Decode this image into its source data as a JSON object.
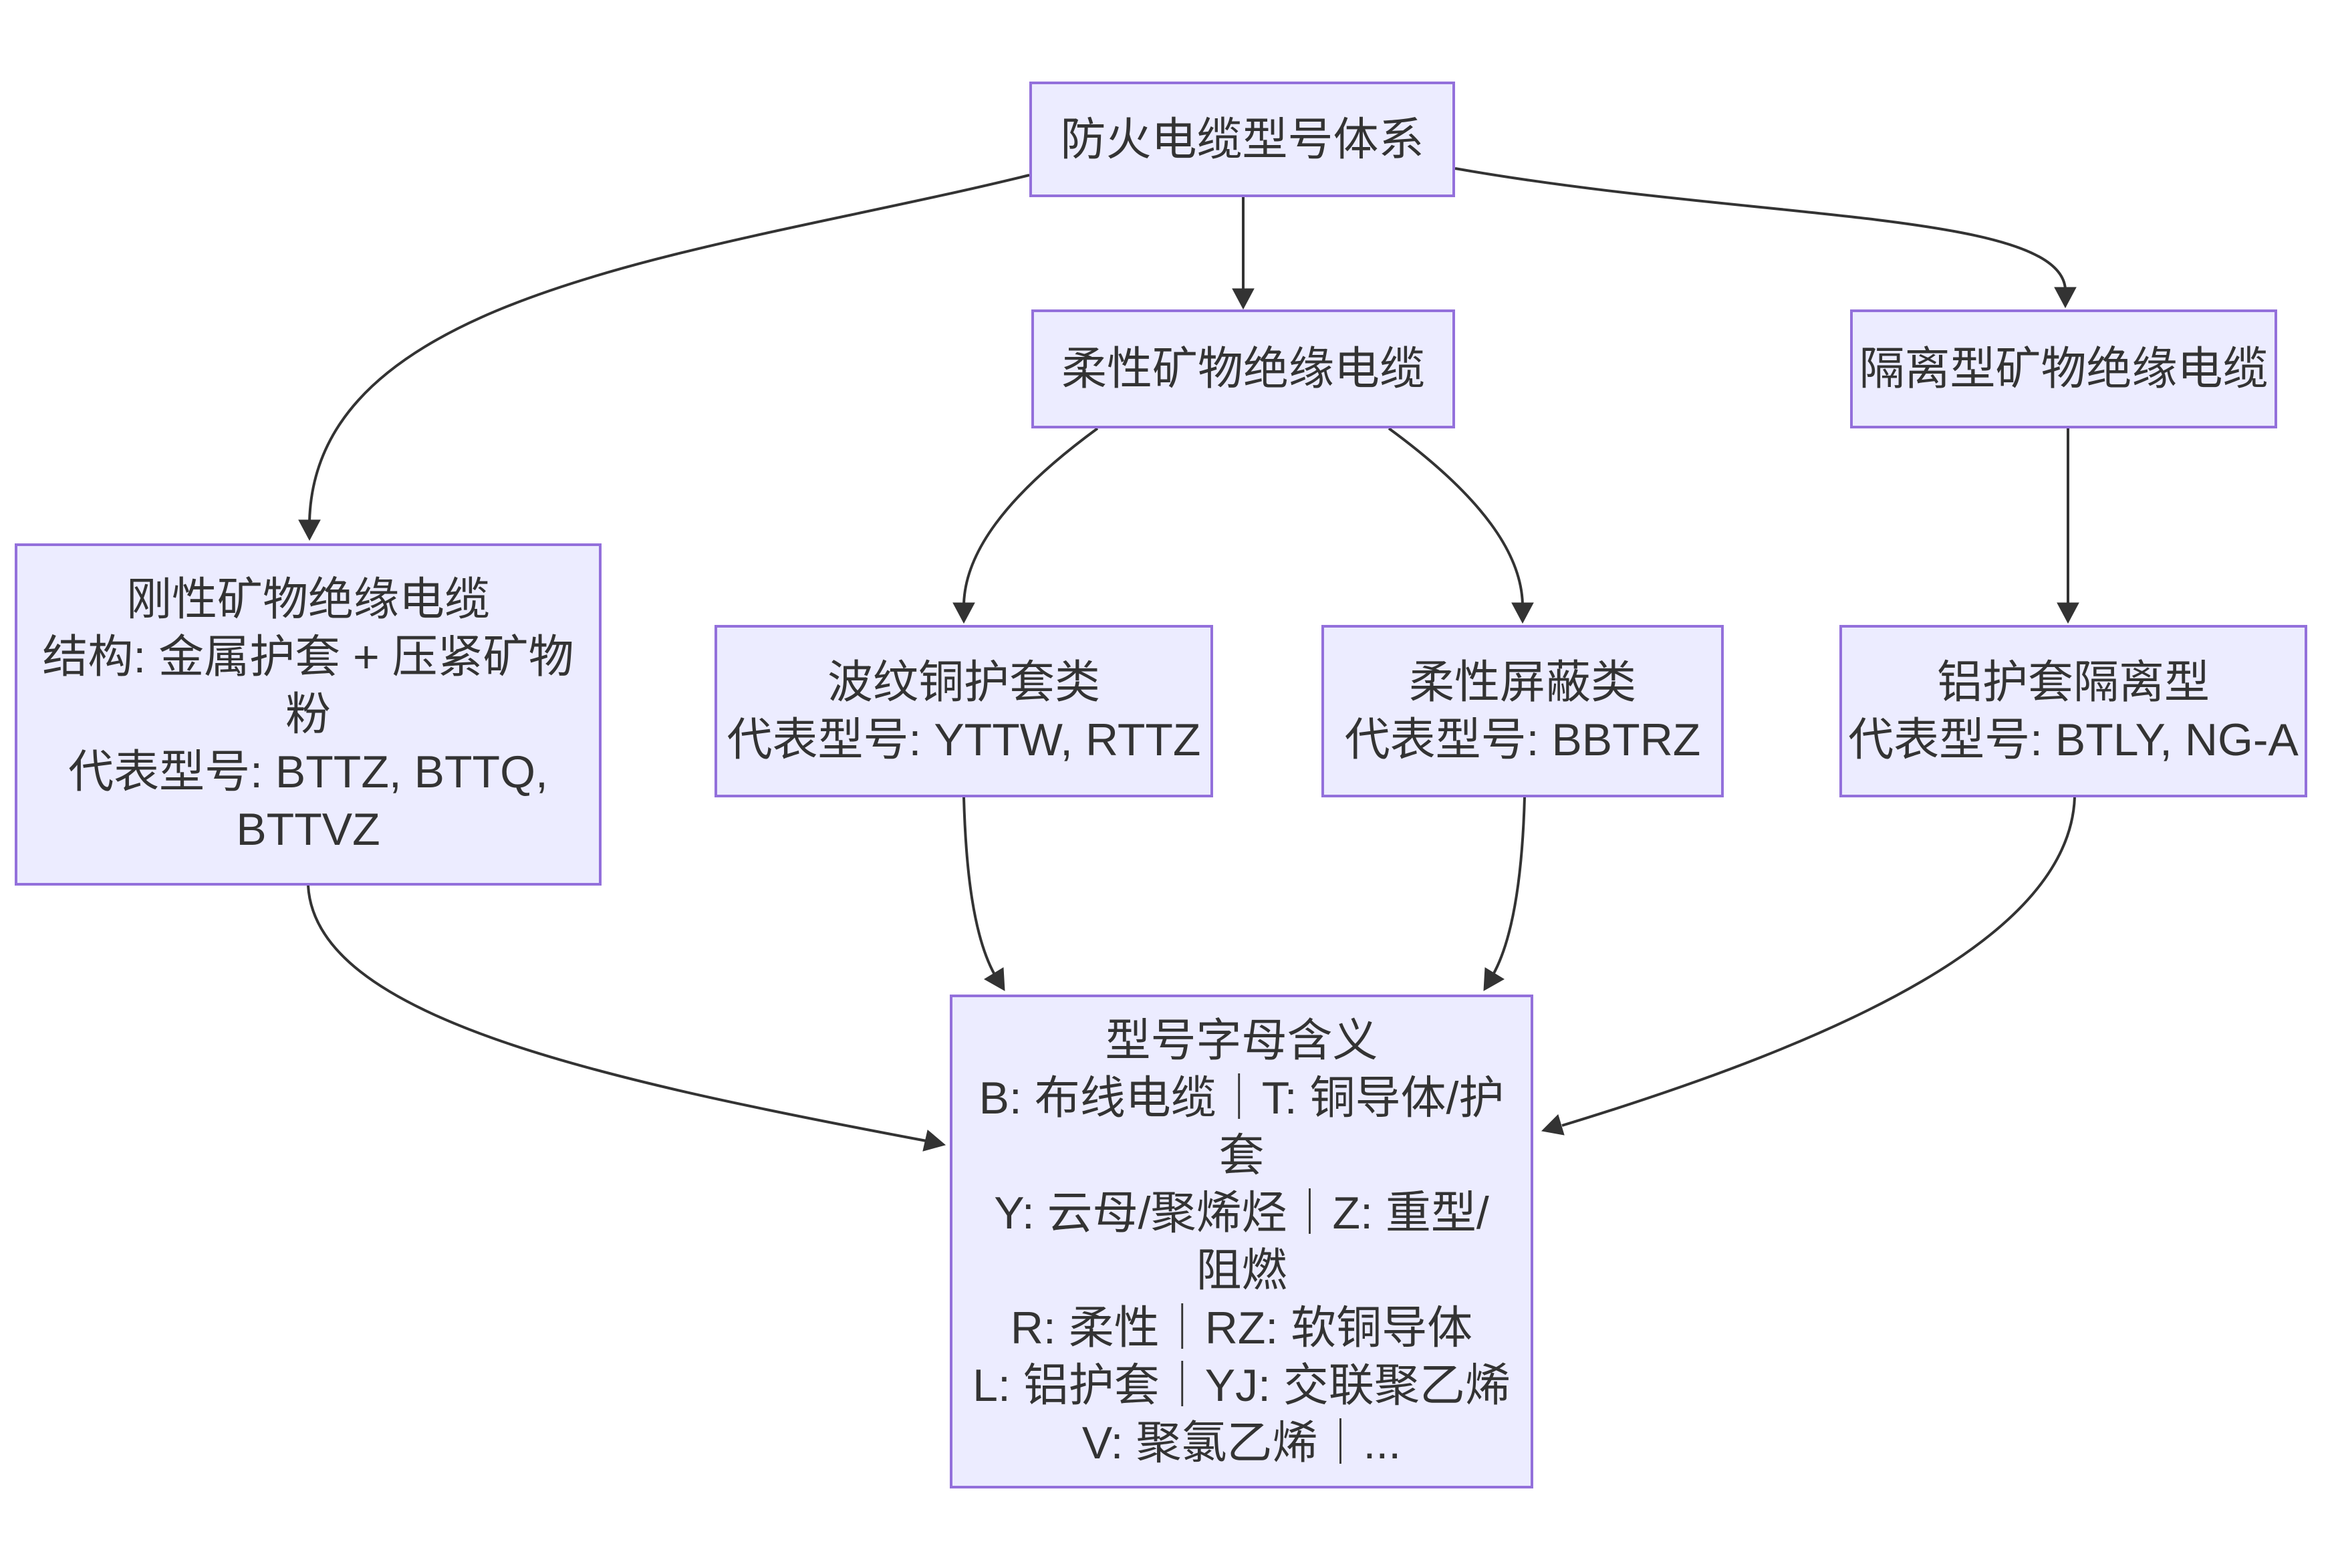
{
  "diagram": {
    "type": "flowchart",
    "direction": "top-down",
    "colors": {
      "node_fill": "#ECECFF",
      "node_border": "#9370DB",
      "edge": "#333333",
      "text": "#333333",
      "background": "#ffffff"
    },
    "nodes": {
      "root": {
        "label": "防火电缆型号体系"
      },
      "flexible": {
        "label": "柔性矿物绝缘电缆"
      },
      "isolated": {
        "label": "隔离型矿物绝缘电缆"
      },
      "rigid": {
        "label": "刚性矿物绝缘电缆\n结构: 金属护套 + 压紧矿物\n粉\n代表型号: BTTZ, BTTQ,\nBTTVZ"
      },
      "corrugated": {
        "label": "波纹铜护套类\n代表型号: YTTW, RTTZ"
      },
      "shielded": {
        "label": "柔性屏蔽类\n代表型号: BBTRZ"
      },
      "aluminum": {
        "label": "铝护套隔离型\n代表型号: BTLY, NG-A"
      },
      "letters": {
        "label": "型号字母含义\nB: 布线电缆｜T: 铜导体/护\n套\nY: 云母/聚烯烃｜Z: 重型/\n阻燃\nR: 柔性｜RZ: 软铜导体\nL: 铝护套｜YJ: 交联聚乙烯\nV: 聚氯乙烯｜..."
      }
    },
    "edges": [
      {
        "from": "root",
        "to": "rigid"
      },
      {
        "from": "root",
        "to": "flexible"
      },
      {
        "from": "root",
        "to": "isolated"
      },
      {
        "from": "flexible",
        "to": "corrugated"
      },
      {
        "from": "flexible",
        "to": "shielded"
      },
      {
        "from": "isolated",
        "to": "aluminum"
      },
      {
        "from": "rigid",
        "to": "letters"
      },
      {
        "from": "corrugated",
        "to": "letters"
      },
      {
        "from": "shielded",
        "to": "letters"
      },
      {
        "from": "aluminum",
        "to": "letters"
      }
    ]
  }
}
